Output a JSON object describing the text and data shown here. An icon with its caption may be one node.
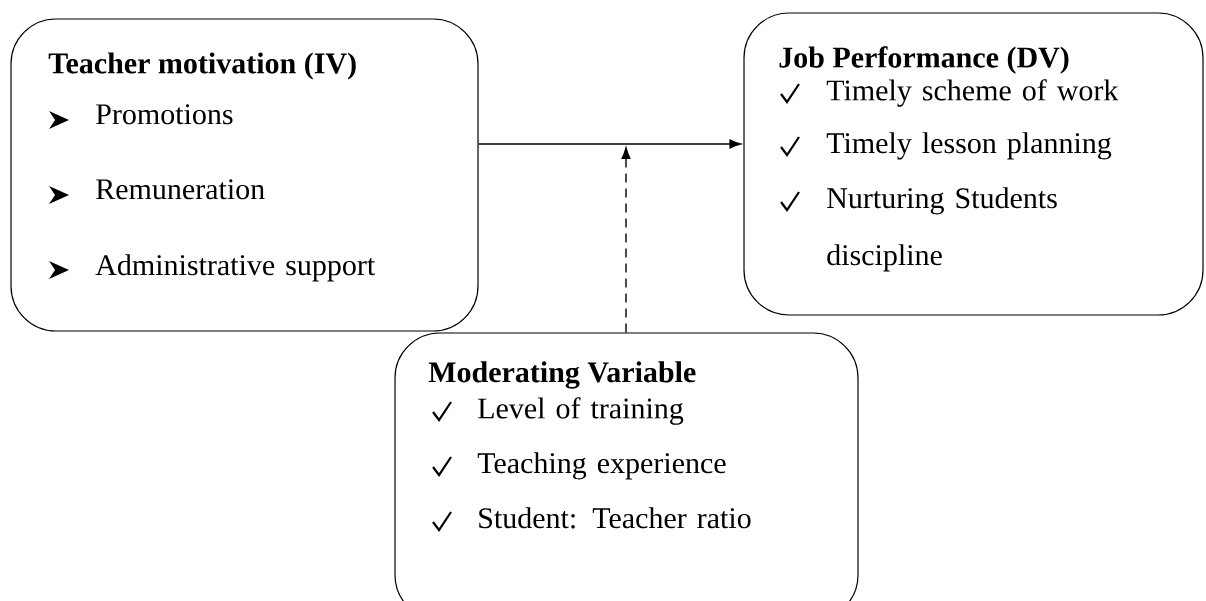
{
  "diagram": {
    "nodes": [
      {
        "text": [
          "Teacher motivation (IV)",
          "Promotions",
          "Remuneration",
          "Administrative support"
        ]
      },
      {
        "text": [
          "Job Performance (DV)",
          "Timely scheme of work",
          "Timely lesson planning",
          "Nurturing Students discipline"
        ]
      },
      {
        "text": [
          "Moderating Variable",
          "Level of training",
          "Teaching experience",
          "Student: Teacher ratio"
        ]
      }
    ],
    "edges": [
      {
        "from": 0,
        "to": 1,
        "arrow": "to"
      },
      {
        "from": 2,
        "to": null,
        "arrow": "to",
        "style": "dashed"
      }
    ]
  }
}
